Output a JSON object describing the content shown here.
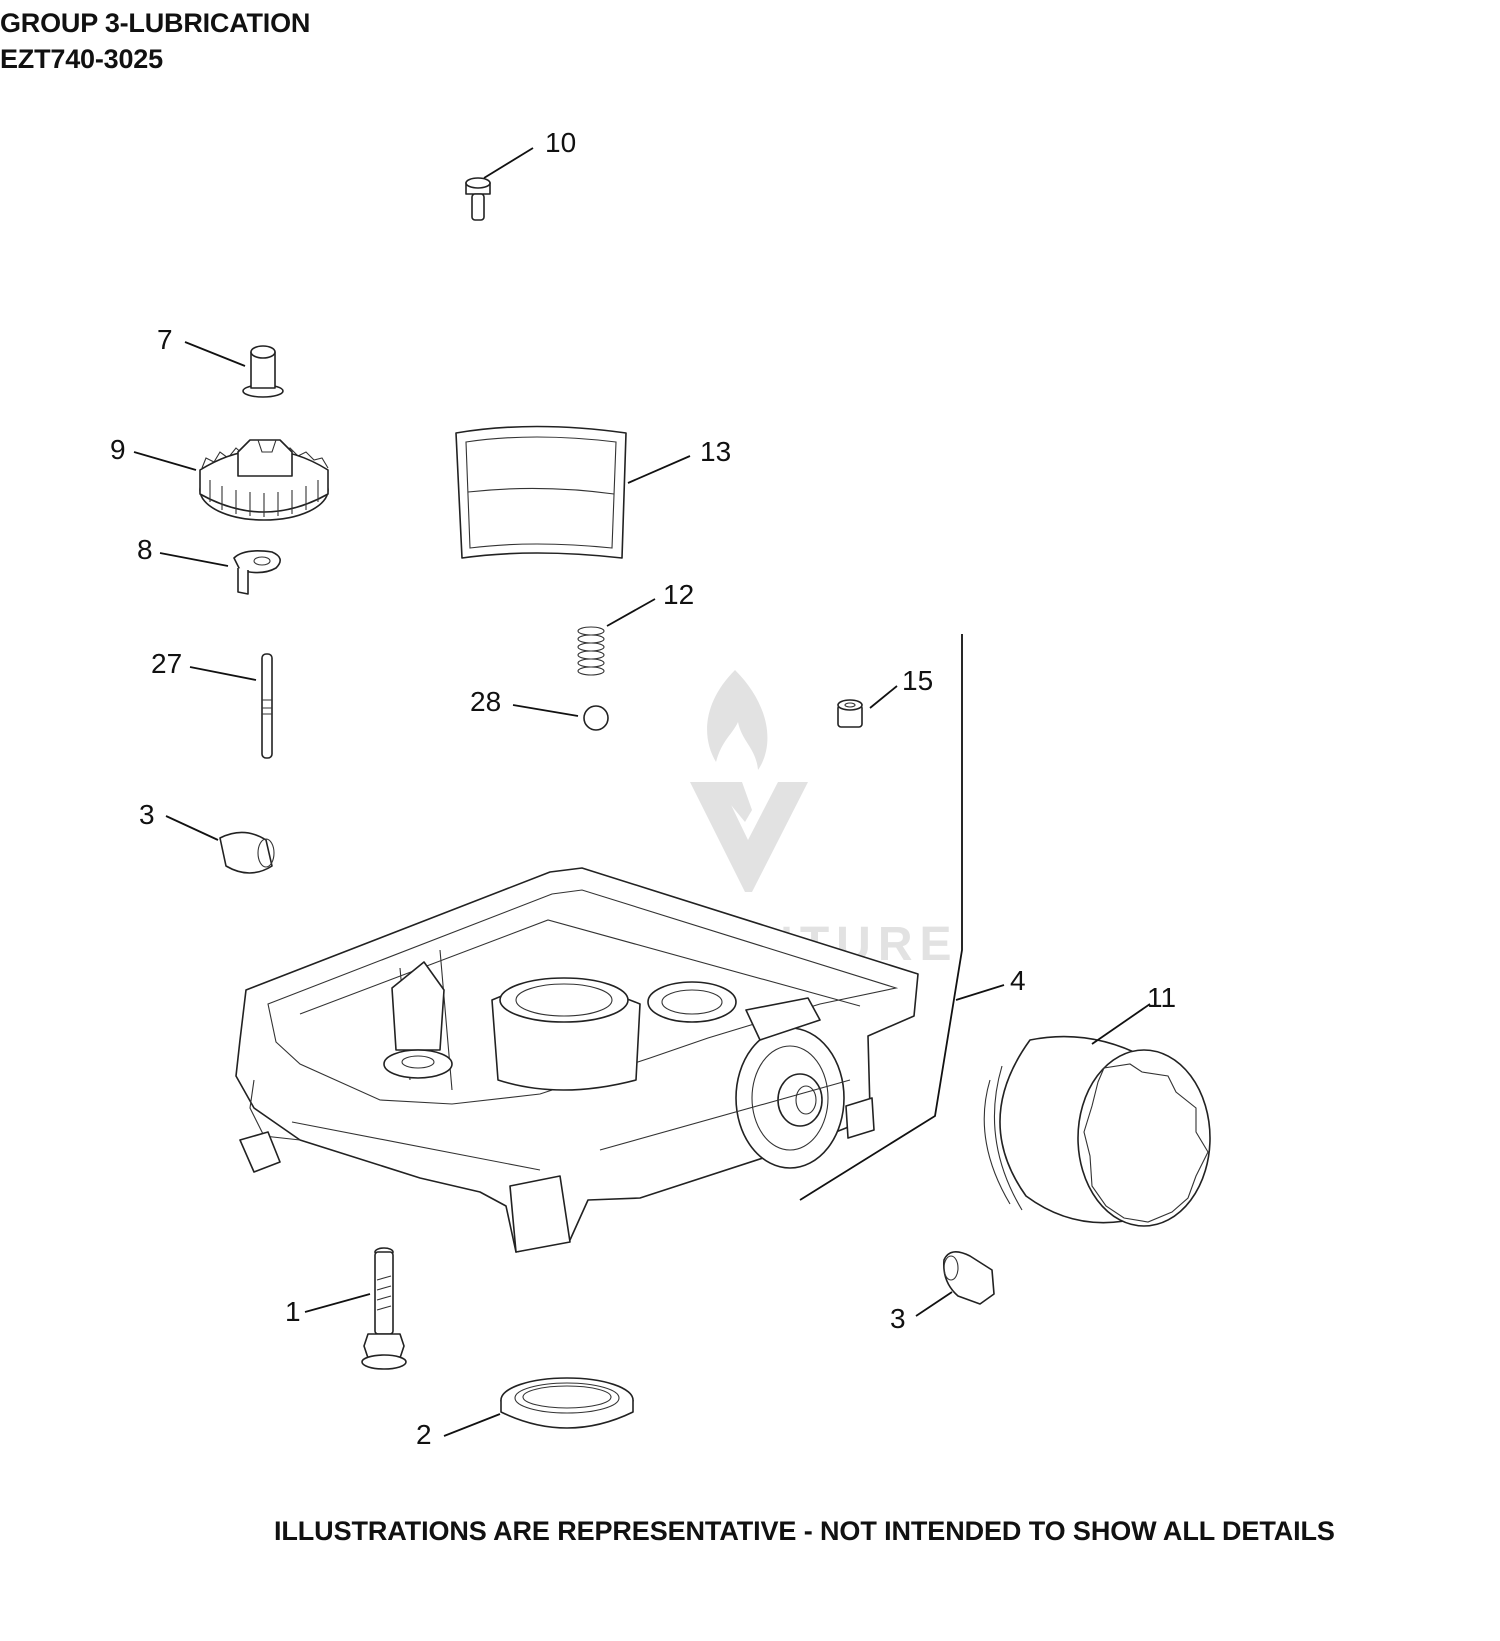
{
  "header": {
    "group_title": "GROUP 3-LUBRICATION",
    "model": "EZT740-3025"
  },
  "footer": {
    "disclaimer": "ILLUSTRATIONS ARE REPRESENTATIVE - NOT INTENDED TO SHOW ALL DETAILS"
  },
  "watermark": {
    "brand": "LEADVENTURE"
  },
  "callouts": {
    "c1": "1",
    "c2": "2",
    "c3a": "3",
    "c3b": "3",
    "c4": "4",
    "c7": "7",
    "c8": "8",
    "c9": "9",
    "c10": "10",
    "c11": "11",
    "c12": "12",
    "c13": "13",
    "c15": "15",
    "c27": "27",
    "c28": "28"
  },
  "parts": {
    "p1": "screw",
    "p2": "oil-seal",
    "p3a": "plug",
    "p3b": "plug",
    "p4": "oil-pan",
    "p7": "shaft-pin",
    "p8": "clip",
    "p9": "oil-pump-gear",
    "p10": "screw",
    "p11": "oil-filter",
    "p12": "spring",
    "p13": "screen",
    "p15": "dowel",
    "p27": "pin",
    "p28": "ball"
  }
}
